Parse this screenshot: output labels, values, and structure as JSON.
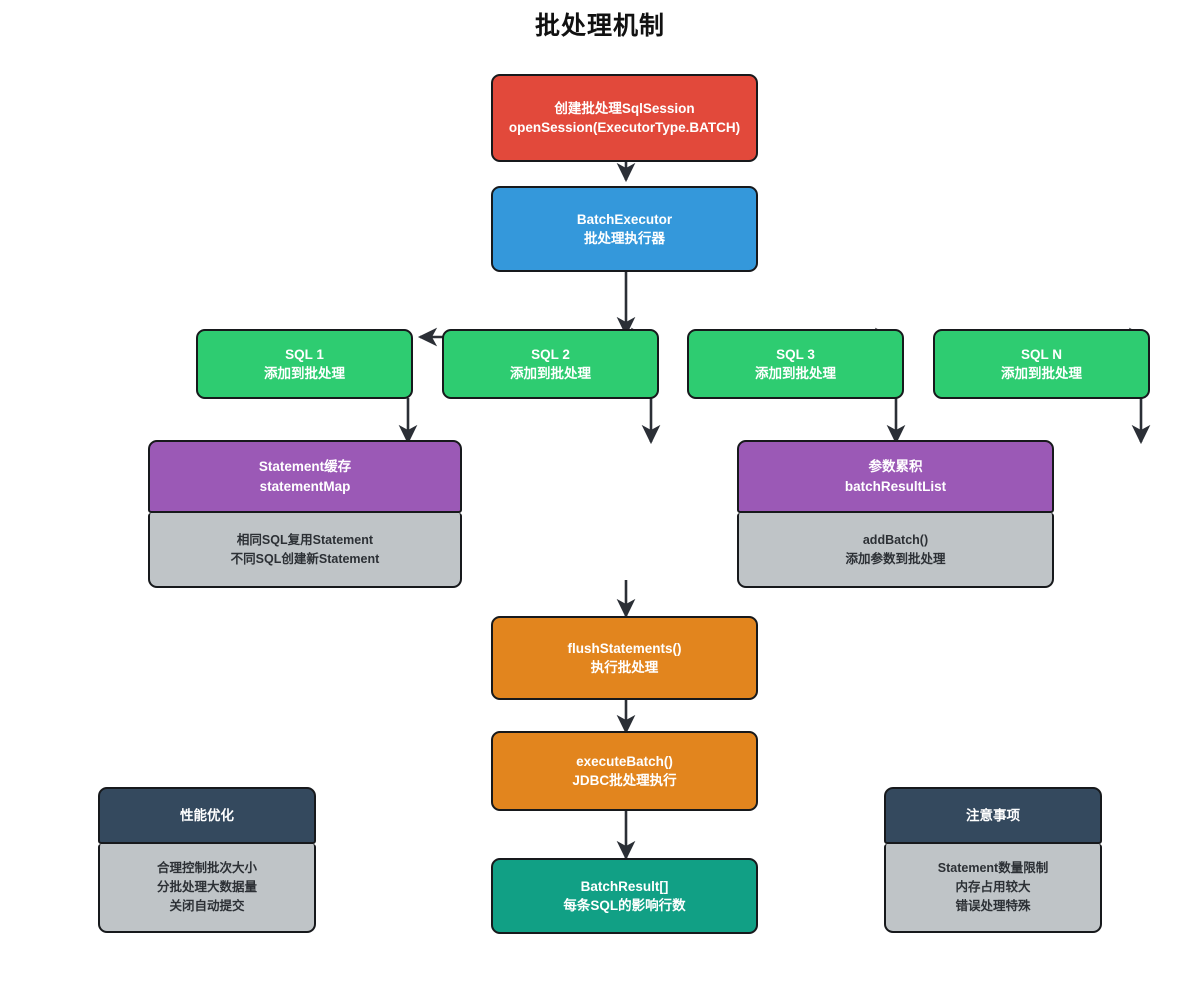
{
  "diagram": {
    "title": "批处理机制",
    "colors": {
      "red": "#e2493b",
      "blue": "#3498db",
      "green": "#2ecc71",
      "purple": "#9b59b6",
      "orange": "#e2851e",
      "teal": "#11a085",
      "slate": "#34495e",
      "gray": "#bfc4c7",
      "stroke": "#17191c",
      "background": "#ffffff"
    }
  },
  "nodes": {
    "session": {
      "line1": "创建批处理SqlSession",
      "line2": "openSession(ExecutorType.BATCH)"
    },
    "executor": {
      "line1": "BatchExecutor",
      "line2": "批处理执行器"
    },
    "sql1": {
      "line1": "SQL 1",
      "line2": "添加到批处理"
    },
    "sql2": {
      "line1": "SQL 2",
      "line2": "添加到批处理"
    },
    "sql3": {
      "line1": "SQL 3",
      "line2": "添加到批处理"
    },
    "sqln": {
      "line1": "SQL N",
      "line2": "添加到批处理"
    },
    "flush": {
      "line1": "flushStatements()",
      "line2": "执行批处理"
    },
    "execute": {
      "line1": "executeBatch()",
      "line2": "JDBC批处理执行"
    },
    "result": {
      "line1": "BatchResult[]",
      "line2": "每条SQL的影响行数"
    }
  },
  "panels": {
    "statement_cache": {
      "head_line1": "Statement缓存",
      "head_line2": "statementMap",
      "body": [
        "相同SQL复用Statement",
        "不同SQL创建新Statement"
      ]
    },
    "param_accum": {
      "head_line1": "参数累积",
      "head_line2": "batchResultList",
      "body": [
        "addBatch()",
        "添加参数到批处理"
      ]
    },
    "performance": {
      "head_line1": "性能优化",
      "head_line2": "",
      "body": [
        "合理控制批次大小",
        "分批处理大数据量",
        "关闭自动提交"
      ]
    },
    "cautions": {
      "head_line1": "注意事项",
      "head_line2": "",
      "body": [
        "Statement数量限制",
        "内存占用较大",
        "错误处理特殊"
      ]
    }
  }
}
